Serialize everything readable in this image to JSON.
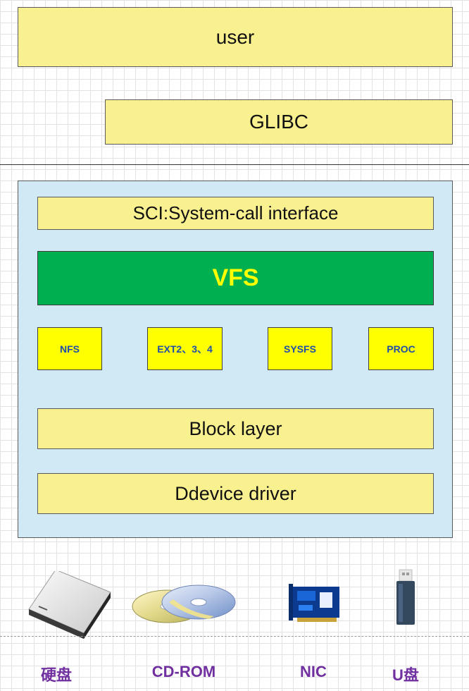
{
  "user_space": {
    "user_label": "user",
    "glibc_label": "GLIBC"
  },
  "kernel": {
    "sci_label": "SCI:System-call interface",
    "vfs_label": "VFS",
    "filesystems": [
      {
        "label": "NFS"
      },
      {
        "label": "EXT2、3、4"
      },
      {
        "label": "SYSFS"
      },
      {
        "label": "PROC"
      }
    ],
    "block_label": "Block layer",
    "driver_label": "Ddevice driver"
  },
  "devices": [
    {
      "label": "硬盘",
      "icon": "hard-disk-icon"
    },
    {
      "label": "CD-ROM",
      "icon": "cd-rom-icon"
    },
    {
      "label": "NIC",
      "icon": "nic-icon"
    },
    {
      "label": "U盘",
      "icon": "usb-drive-icon"
    }
  ],
  "colors": {
    "block_fill": "#f9f08f",
    "kernel_fill": "#d0e9f4",
    "vfs_fill": "#00b050",
    "vfs_text": "#ffff00",
    "fs_fill": "#ffff00",
    "fs_text": "#1f4ea8",
    "device_label": "#7030a0"
  }
}
